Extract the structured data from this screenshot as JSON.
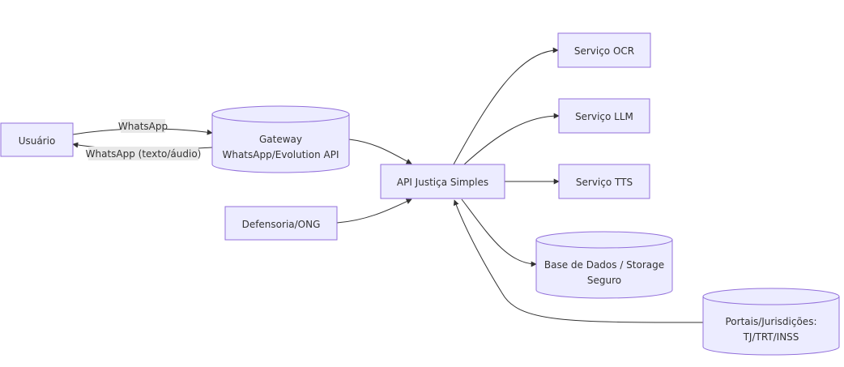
{
  "nodes": {
    "usuario": "Usuário",
    "gateway": [
      "Gateway",
      "WhatsApp/Evolution API"
    ],
    "defensoria": "Defensoria/ONG",
    "api": "API Justiça Simples",
    "ocr": "Serviço OCR",
    "llm": "Serviço LLM",
    "tts": "Serviço TTS",
    "db": [
      "Base de Dados / Storage",
      "Seguro"
    ],
    "portais": [
      "Portais/Jurisdições:",
      "TJ/TRT/INSS"
    ]
  },
  "edges": {
    "whatsapp": "WhatsApp",
    "whatsapp_reply": "WhatsApp (texto/áudio)"
  },
  "colors": {
    "node_fill": "#ECECFF",
    "node_stroke": "#9370DB",
    "edge_stroke": "#333333",
    "label_bg": "#E8E8E8",
    "text": "#333333"
  }
}
